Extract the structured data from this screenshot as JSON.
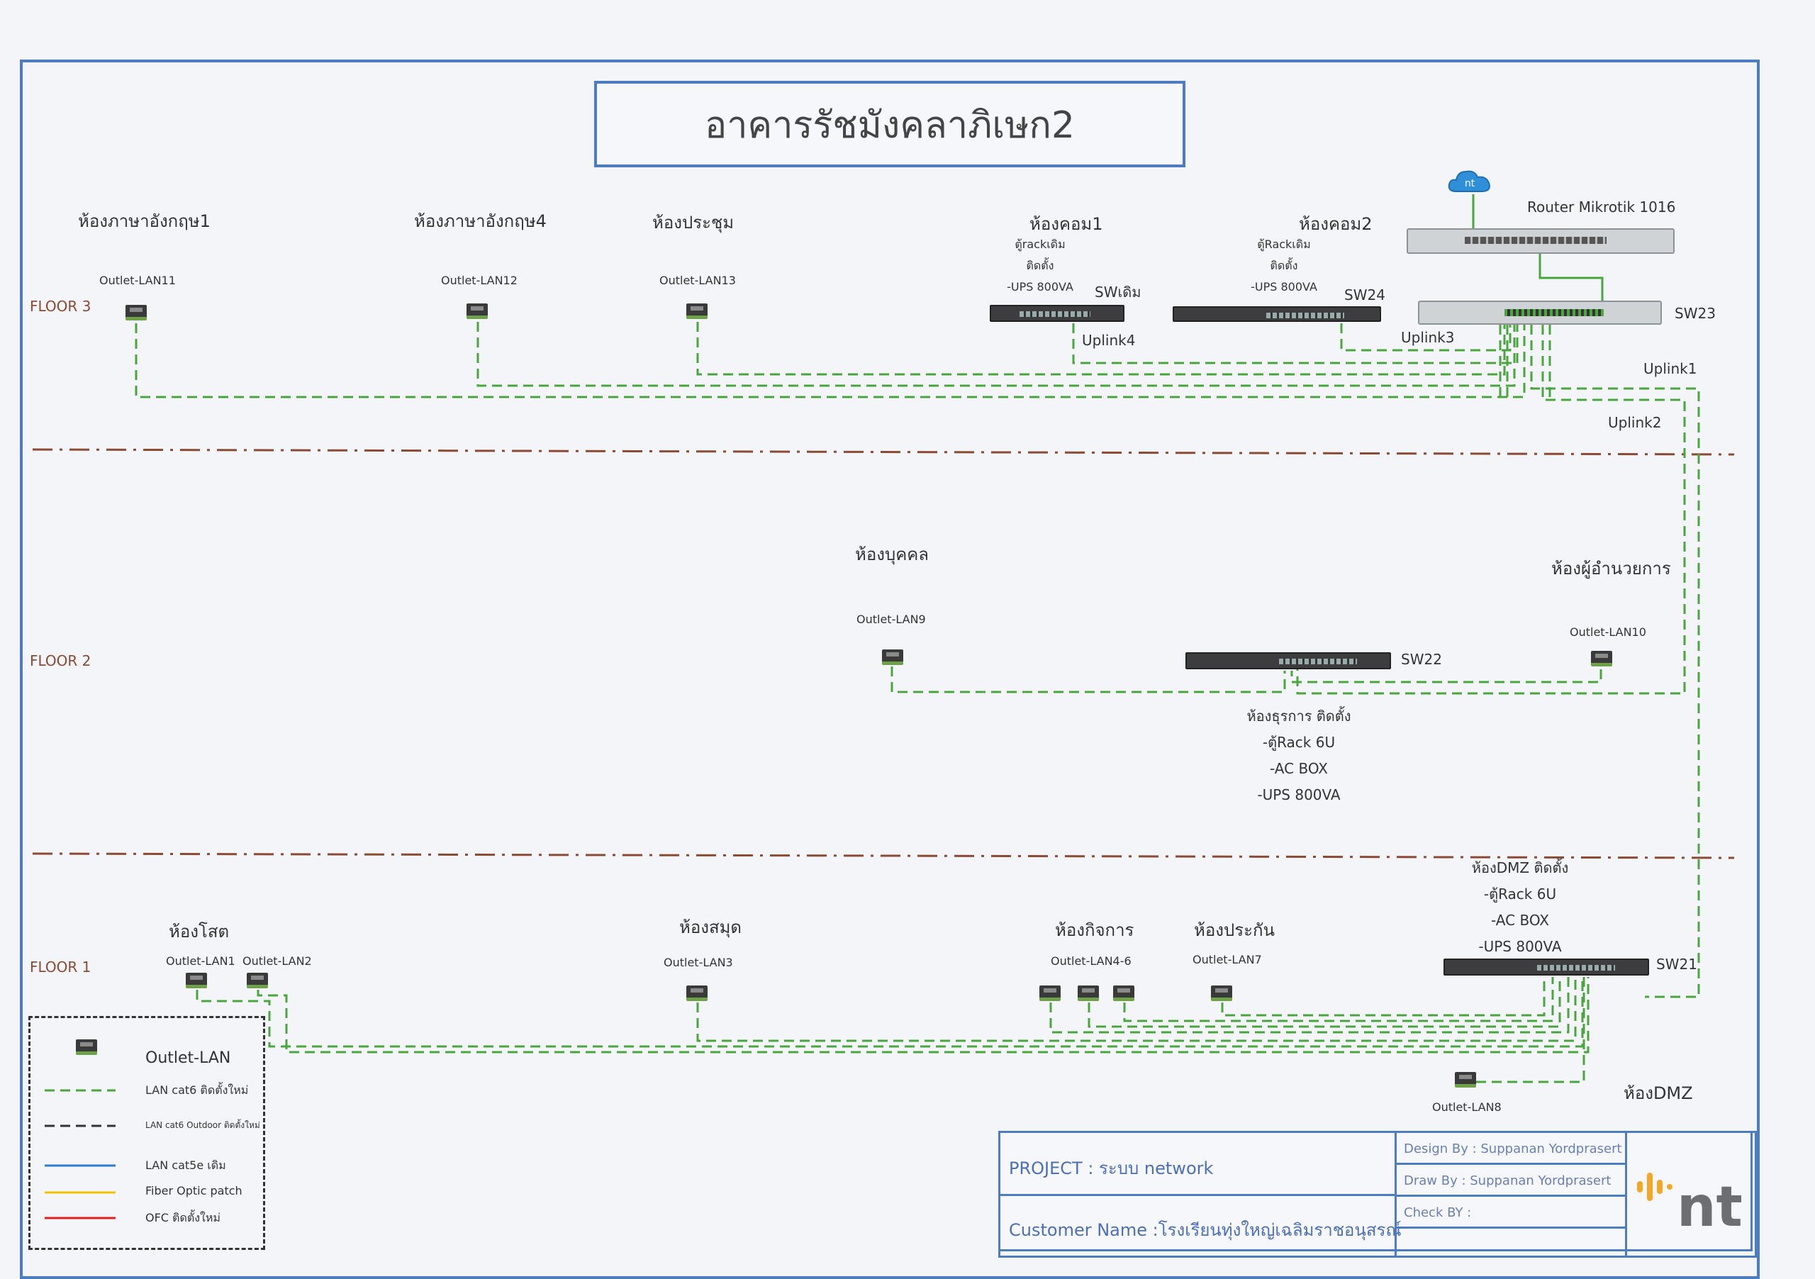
{
  "title": "อาคารรัชมังคลาภิเษก2",
  "floors": {
    "floor3": "FLOOR 3",
    "floor2": "FLOOR 2",
    "floor1": "FLOOR 1"
  },
  "rooms": {
    "eng1": "ห้องภาษาอังกฤษ1",
    "eng4": "ห้องภาษาอังกฤษ4",
    "meeting": "ห้องประชุม",
    "com1": "ห้องคอม1",
    "com2": "ห้องคอม2",
    "personnel": "ห้องบุคคล",
    "director": "ห้องผู้อำนวยการ",
    "av": "ห้องโสต",
    "library": "ห้องสมุด",
    "activities": "ห้องกิจการ",
    "insurance": "ห้องประกัน",
    "dmz": "ห้องDMZ"
  },
  "outlets": {
    "lan11": "Outlet-LAN11",
    "lan12": "Outlet-LAN12",
    "lan13": "Outlet-LAN13",
    "lan9": "Outlet-LAN9",
    "lan10": "Outlet-LAN10",
    "lan1": "Outlet-LAN1",
    "lan2": "Outlet-LAN2",
    "lan3": "Outlet-LAN3",
    "lan4_6": "Outlet-LAN4-6",
    "lan7": "Outlet-LAN7",
    "lan8": "Outlet-LAN8"
  },
  "notes": {
    "com1": [
      "ตู้rackเดิม",
      "ติดตั้ง",
      "-UPS 800VA"
    ],
    "com2": [
      "ตู้Rackเดิม",
      "ติดตั้ง",
      "-UPS 800VA"
    ],
    "business": [
      "ห้องธุรการ ติดตั้ง",
      "-ตู้Rack 6U",
      "-AC BOX",
      "-UPS 800VA"
    ],
    "dmz": [
      "ห้องDMZ ติดตั้ง",
      "-ตู้Rack 6U",
      "-AC BOX",
      "-UPS 800VA"
    ]
  },
  "switches": {
    "old": "SWเดิม",
    "sw24": "SW24",
    "sw23": "SW23",
    "sw22": "SW22",
    "sw21": "SW21",
    "router": "Router Mikrotik 1016"
  },
  "cloud_icon": "nt",
  "uplinks": {
    "u1": "Uplink1",
    "u2": "Uplink2",
    "u3": "Uplink3",
    "u4": "Uplink4"
  },
  "legend": {
    "outlet": "Outlet-LAN",
    "cat6": "LAN cat6 ติดตั้งใหม่",
    "cat6_outdoor": "LAN cat6 Outdoor ติดตั้งใหม่",
    "cat5e": "LAN cat5e เดิม",
    "fiber": "Fiber Optic patch",
    "ofc": "OFC  ติดตั้งใหม่"
  },
  "colors": {
    "frame": "#4d7cc0",
    "cable_new": "#4aa53e",
    "floor_divider": "#8a4a34",
    "fiber": "#f2c200",
    "ofc": "#e02020"
  },
  "title_block": {
    "project": "PROJECT : ระบบ network",
    "customer": "Customer Name :โรงเรียนทุ่งใหญ่เฉลิมราชอนุสรณ์",
    "design_by": "Design By :   Suppanan Yordprasert",
    "draw_by": "Draw By   :   Suppanan Yordprasert",
    "check_by": "Check BY :",
    "logo": "nt"
  }
}
